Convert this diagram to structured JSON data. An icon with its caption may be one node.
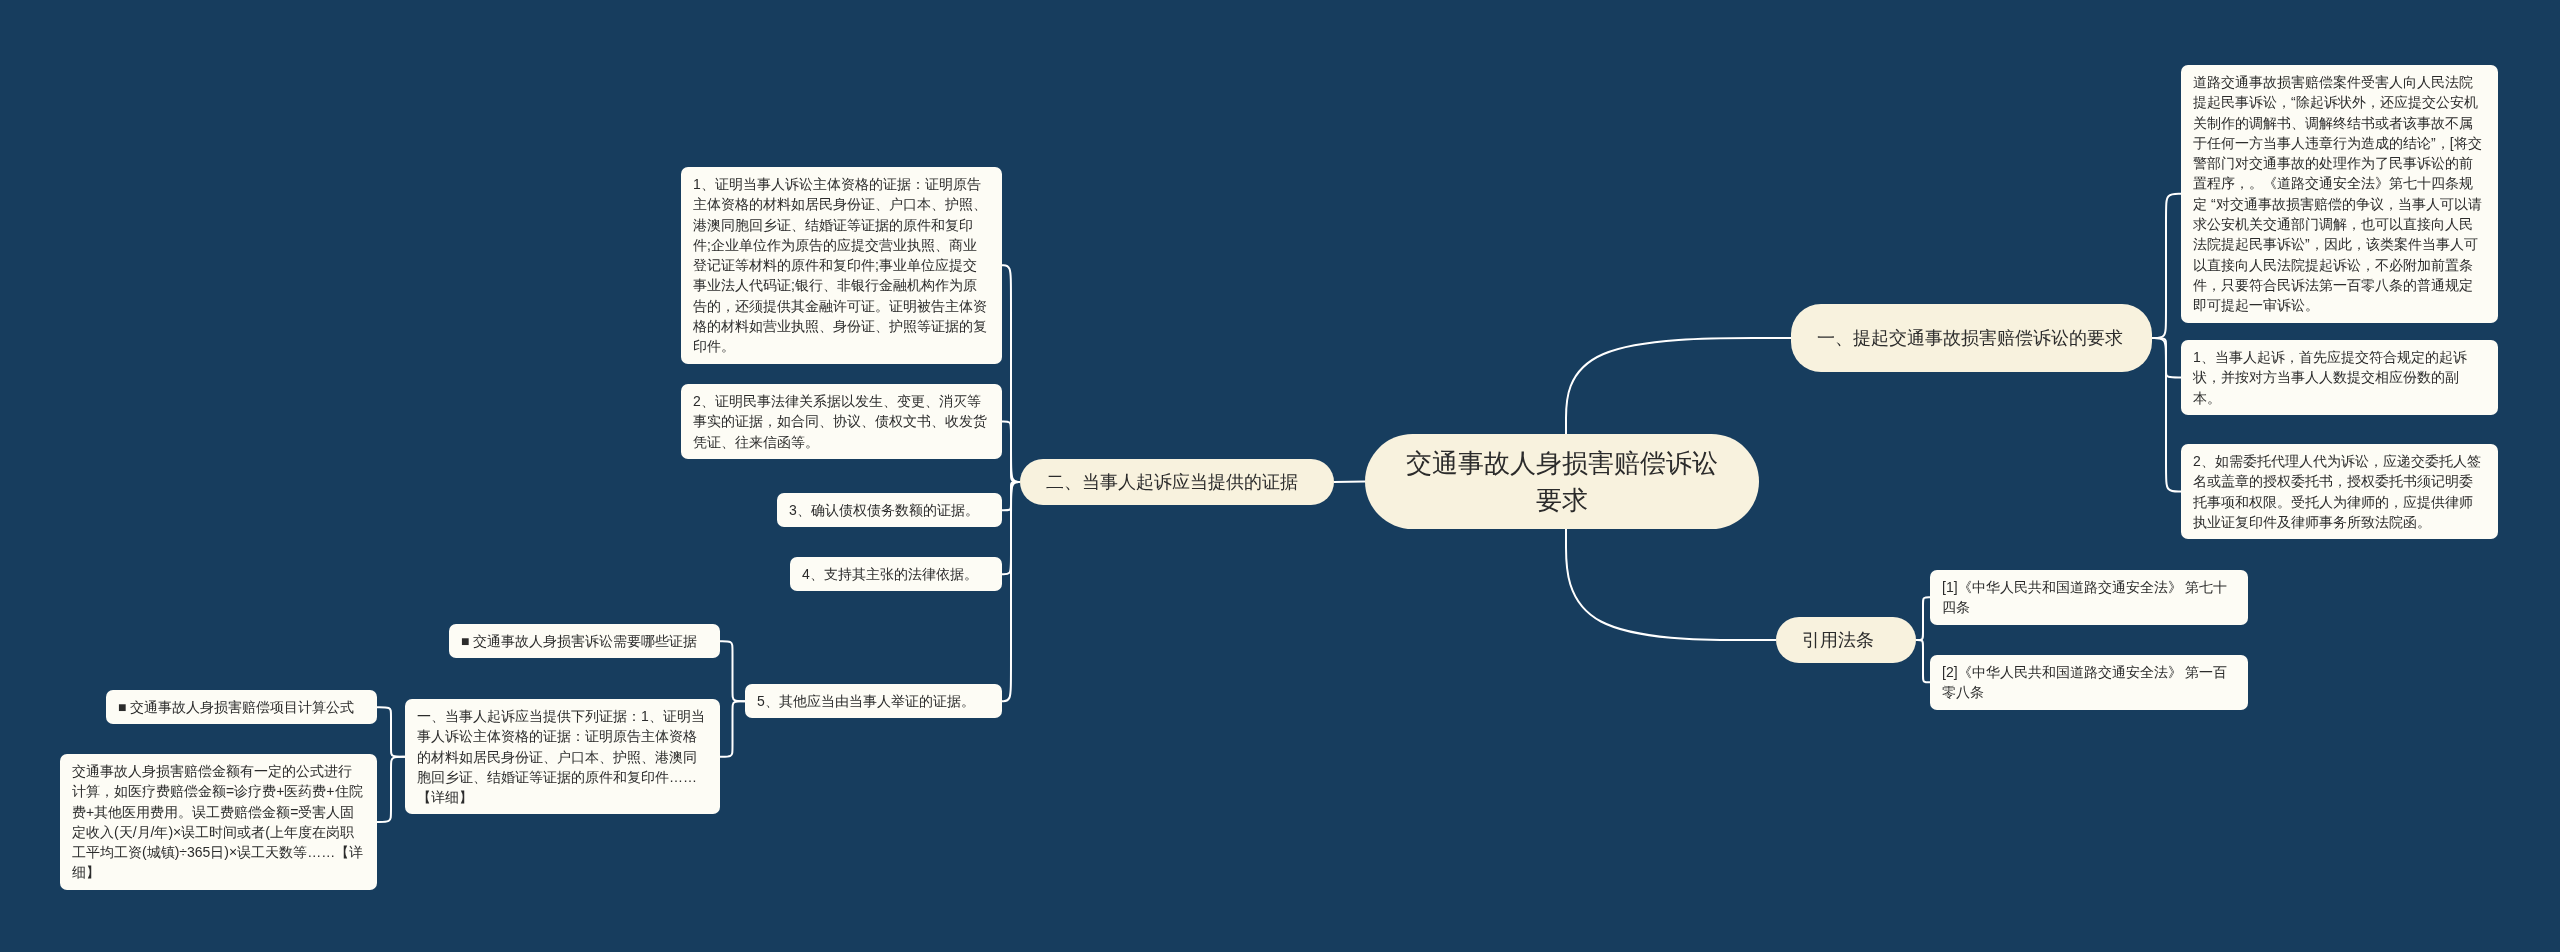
{
  "diagram": {
    "nodes": [
      {
        "text": [
          "交通事故人身损害赔偿诉讼要求"
        ]
      },
      {
        "text": [
          "一、提起交通事故损害赔偿诉讼的要求"
        ]
      },
      {
        "text": [
          "道路交通事故损害赔偿案件受害人向人民法院提起民事诉讼，“除起诉状外，还应提交公安机关制作的调解书、调解终结书或者该事故不属于任何一方当事人违章行为造成的结论”，[将交警部门对交通事故的处理作为了民事诉讼的前置程序，。《道路交通安全法》第七十四条规定 “对交通事故损害赔偿的争议，当事人可以请求公安机关交通部门调解，也可以直接向人民法院提起民事诉讼”，因此，该类案件当事人可以直接向人民法院提起诉讼，不必附加前置条件，只要符合民诉法第一百零八条的普通规定即可提起一审诉讼。"
        ]
      },
      {
        "text": [
          "1、当事人起诉，首先应提交符合规定的起诉状，并按对方当事人人数提交相应份数的副本。"
        ]
      },
      {
        "text": [
          "2、如需委托代理人代为诉讼，应递交委托人签名或盖章的授权委托书，授权委托书须记明委托事项和权限。受托人为律师的，应提供律师执业证复印件及律师事务所致法院函。"
        ]
      },
      {
        "text": [
          "引用法条"
        ]
      },
      {
        "text": [
          "[1]《中华人民共和国道路交通安全法》 第七十四条"
        ]
      },
      {
        "text": [
          "[2]《中华人民共和国道路交通安全法》 第一百零八条"
        ]
      },
      {
        "text": [
          "二、当事人起诉应当提供的证据"
        ]
      },
      {
        "text": [
          "1、证明当事人诉讼主体资格的证据：证明原告主体资格的材料如居民身份证、户口本、护照、港澳同胞回乡证、结婚证等证据的原件和复印件;企业单位作为原告的应提交营业执照、商业登记证等材料的原件和复印件;事业单位应提交事业法人代码证;银行、非银行金融机构作为原告的，还须提供其金融许可证。证明被告主体资格的材料如营业执照、身份证、护照等证据的复印件。"
        ]
      },
      {
        "text": [
          "2、证明民事法律关系据以发生、变更、消灭等事实的证据，如合同、协议、债权文书、收发货凭证、往来信函等。"
        ]
      },
      {
        "text": [
          "3、确认债权债务数额的证据。"
        ]
      },
      {
        "text": [
          "4、支持其主张的法律依据。"
        ]
      },
      {
        "text": [
          "5、其他应当由当事人举证的证据。"
        ]
      },
      {
        "text": [
          "■ 交通事故人身损害诉讼需要哪些证据"
        ]
      },
      {
        "text": [
          "一、当事人起诉应当提供下列证据：1、证明当事人诉讼主体资格的证据：证明原告主体资格的材料如居民身份证、户口本、护照、港澳同胞回乡证、结婚证等证据的原件和复印件……【详细】"
        ]
      },
      {
        "text": [
          "■ 交通事故人身损害赔偿项目计算公式"
        ]
      },
      {
        "text": [
          "交通事故人身损害赔偿金额有一定的公式进行计算，如医疗费赔偿金额=诊疗费+医药费+住院费+其他医用费用。误工费赔偿金额=受害人固定收入(天/月/年)×误工时间或者(上年度在岗职工平均工资(城镇)÷365日)×误工天数等……【详细】"
        ]
      }
    ],
    "edges": [
      {
        "from": 0,
        "to": 1,
        "arrow": "none"
      },
      {
        "from": 1,
        "to": 2,
        "arrow": "none"
      },
      {
        "from": 1,
        "to": 3,
        "arrow": "none"
      },
      {
        "from": 1,
        "to": 4,
        "arrow": "none"
      },
      {
        "from": 0,
        "to": 5,
        "arrow": "none"
      },
      {
        "from": 5,
        "to": 6,
        "arrow": "none"
      },
      {
        "from": 5,
        "to": 7,
        "arrow": "none"
      },
      {
        "from": 0,
        "to": 8,
        "arrow": "none"
      },
      {
        "from": 8,
        "to": 9,
        "arrow": "none"
      },
      {
        "from": 8,
        "to": 10,
        "arrow": "none"
      },
      {
        "from": 8,
        "to": 11,
        "arrow": "none"
      },
      {
        "from": 8,
        "to": 12,
        "arrow": "none"
      },
      {
        "from": 8,
        "to": 13,
        "arrow": "none"
      },
      {
        "from": 13,
        "to": 14,
        "arrow": "none"
      },
      {
        "from": 13,
        "to": 15,
        "arrow": "none"
      },
      {
        "from": 15,
        "to": 16,
        "arrow": "none"
      },
      {
        "from": 15,
        "to": 17,
        "arrow": "none"
      }
    ]
  }
}
